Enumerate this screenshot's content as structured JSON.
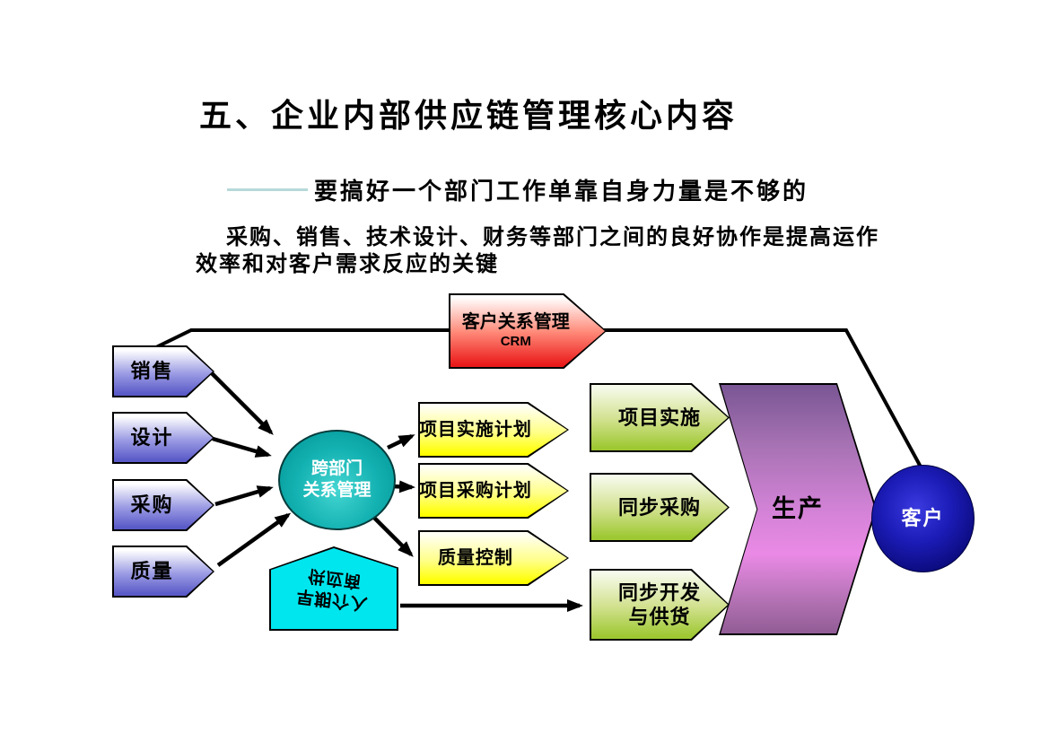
{
  "slide": {
    "title": "五、企业内部供应链管理核心内容",
    "subtitle": "要搞好一个部门工作单靠自身力量是不够的",
    "paragraph": "采购、销售、技术设计、财务等部门之间的良好协作是提高运作效率和对客户需求反应的关键"
  },
  "diagram": {
    "crm": {
      "title": "客户关系管理",
      "abbr": "CRM"
    },
    "departments": [
      "销售",
      "设计",
      "采购",
      "质量"
    ],
    "hub": {
      "line1": "跨部门",
      "line2": "关系管理"
    },
    "plans": [
      "项目实施计划",
      "项目采购计划",
      "质量控制"
    ],
    "executions": [
      {
        "line1": "项目实施",
        "line2": ""
      },
      {
        "line1": "同步采购",
        "line2": ""
      },
      {
        "line1": "同步开发",
        "line2": "与供货"
      }
    ],
    "production": "生产",
    "customer": "客户",
    "supplier": {
      "line1": "供应商",
      "line2": "早期介入"
    },
    "colors": {
      "department_fill": "#5a5ac8",
      "crm_fill": "#ea1a1a",
      "plan_fill": "#ffff00",
      "execution_fill": "#9ec832",
      "production_fill": "#e083e0",
      "hub_fill": "#009a9a",
      "customer_fill": "#000080",
      "supplier_fill": "#00e6ee",
      "divider": "#b7d9d9",
      "connector": "#000000"
    }
  }
}
